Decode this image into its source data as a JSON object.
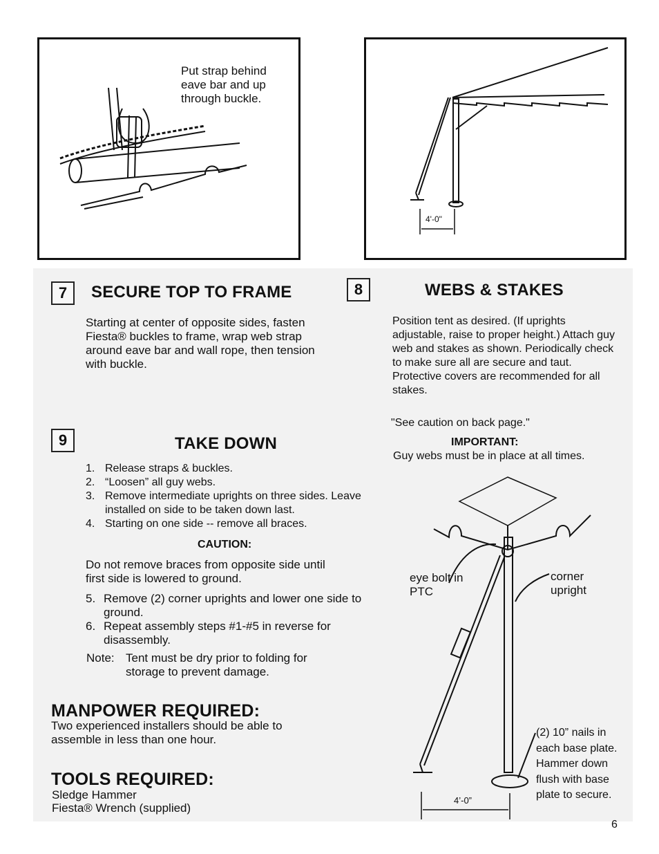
{
  "fig7": {
    "caption": "Put strap behind eave bar and up through buckle."
  },
  "fig8": {
    "dimension": "4'-0\""
  },
  "step7": {
    "number": "7",
    "title": "SECURE TOP TO FRAME",
    "text": "Starting at center of opposite sides, fasten Fiesta® buckles to frame, wrap web strap around eave bar and wall rope, then tension with buckle."
  },
  "step8": {
    "number": "8",
    "title": "WEBS & STAKES",
    "text": "Position tent as desired. (If uprights adjustable, raise to proper height.) Attach guy web and stakes as shown. Periodically check to make sure all are secure and taut. Protective covers are recommended for all stakes.",
    "see_caution": "\"See caution on back page.\"",
    "important_label": "IMPORTANT:",
    "important_text": "Guy webs must be in place at all times."
  },
  "step9": {
    "number": "9",
    "title": "TAKE DOWN",
    "items_a": [
      {
        "n": "1.",
        "text": "Release straps & buckles."
      },
      {
        "n": "2.",
        "text": "“Loosen” all guy webs."
      },
      {
        "n": "3.",
        "text": "Remove intermediate uprights on three sides. Leave installed on side to be taken down last."
      },
      {
        "n": "4.",
        "text": "Starting on one side -- remove all braces."
      }
    ],
    "caution_label": "CAUTION:",
    "caution_text": "Do not remove braces from opposite side until first side is lowered to ground.",
    "items_b": [
      {
        "n": "5.",
        "text": "Remove (2) corner uprights and lower one side to ground."
      },
      {
        "n": "6.",
        "text": "Repeat assembly steps #1-#5 in reverse for disassembly."
      }
    ],
    "note_label": "Note:",
    "note_text": "Tent must be dry prior to folding for storage to prevent damage."
  },
  "manpower": {
    "title": "MANPOWER REQUIRED:",
    "text": "Two experienced installers should be able to assemble in less than one hour."
  },
  "tools": {
    "title": "TOOLS REQUIRED:",
    "line1": "Sledge Hammer",
    "line2": "Fiesta® Wrench (supplied)"
  },
  "detail": {
    "eye_bolt": "eye bolt in PTC",
    "corner_upright": "corner upright",
    "nails": "(2) 10” nails in each base plate. Hammer down flush with base plate to secure.",
    "dimension": "4’-0”"
  },
  "page_number": "6"
}
